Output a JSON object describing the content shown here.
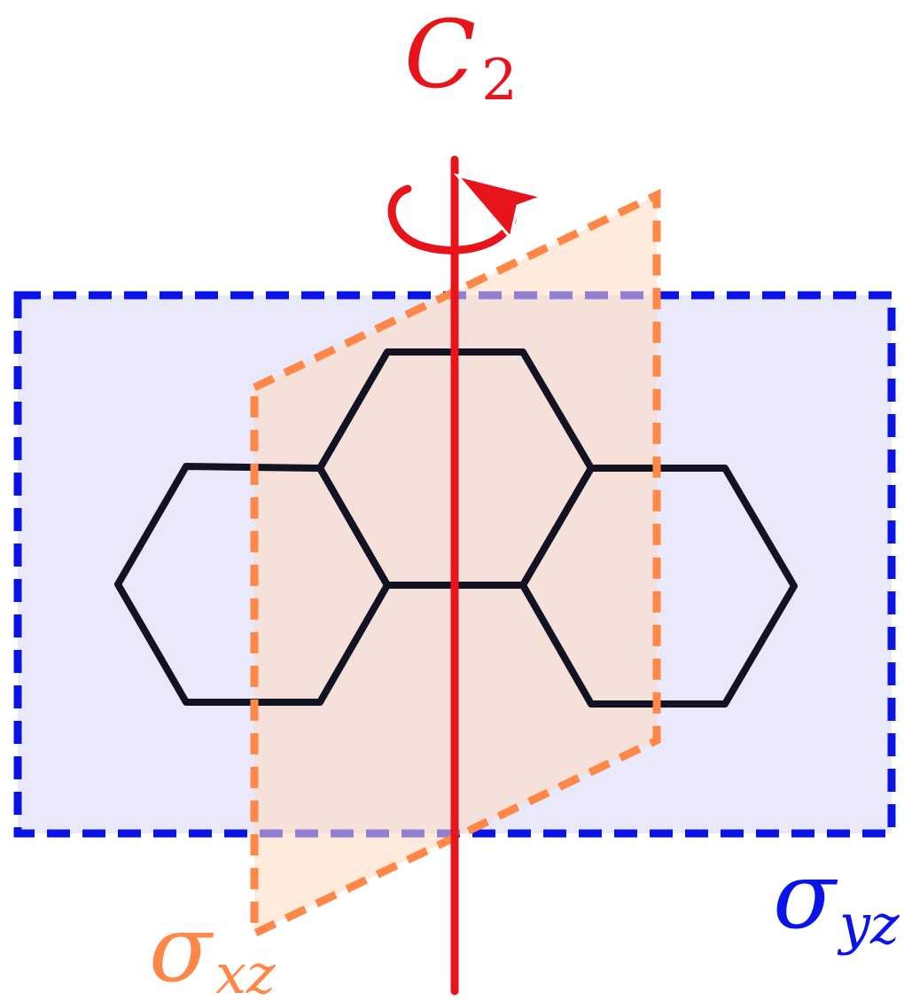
{
  "labels": {
    "axis_main": "C",
    "axis_sub": "2",
    "plane_yz_main": "σ",
    "plane_yz_sub": "yz",
    "plane_xz_main": "σ",
    "plane_xz_sub": "xz"
  },
  "colors": {
    "axis": "#e8141c",
    "plane_yz_stroke": "#0a14e6",
    "plane_yz_fill": "#e9e9fb",
    "plane_xz_stroke": "#ff8748",
    "plane_xz_fill": "#ffe6d6",
    "molecule": "#121222"
  },
  "molecule": {
    "name": "phenanthrene-skeleton",
    "rings": 3
  }
}
